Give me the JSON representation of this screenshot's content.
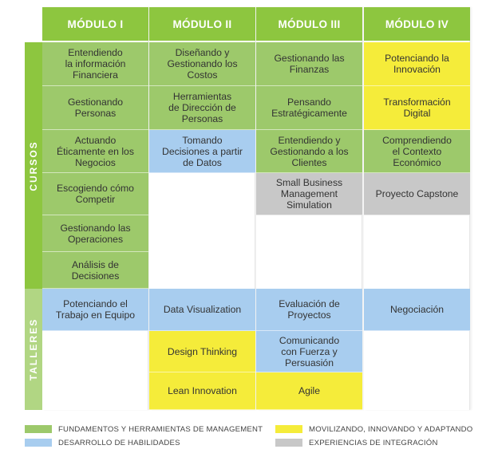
{
  "modules": [
    {
      "title": "MÓDULO I"
    },
    {
      "title": "MÓDULO II"
    },
    {
      "title": "MÓDULO III"
    },
    {
      "title": "MÓDULO IV"
    }
  ],
  "sections": {
    "cursos": "CURSOS",
    "talleres": "TALLERES"
  },
  "categories": {
    "fund": {
      "label": "FUNDAMENTOS Y HERRAMIENTAS DE MANAGEMENT",
      "color": "#9dc96b"
    },
    "hab": {
      "label": "DESARROLLO DE HABILIDADES",
      "color": "#a8cdef"
    },
    "movil": {
      "label": "MOVILIZANDO, INNOVANDO Y ADAPTANDO",
      "color": "#f5ec3a"
    },
    "integ": {
      "label": "EXPERIENCIAS DE INTEGRACIÓN",
      "color": "#c8c8c8"
    }
  },
  "cursos": [
    [
      {
        "text": "Entendiendo\nla información\nFinanciera",
        "cat": "fund"
      },
      {
        "text": "Gestionando\nPersonas",
        "cat": "fund"
      },
      {
        "text": "Actuando\nÉticamente en los\nNegocios",
        "cat": "fund"
      },
      {
        "text": "Escogiendo cómo\nCompetir",
        "cat": "fund"
      },
      {
        "text": "Gestionando las\nOperaciones",
        "cat": "fund"
      },
      {
        "text": "Análisis de\nDecisiones",
        "cat": "fund"
      }
    ],
    [
      {
        "text": "Diseñando y\nGestionando los\nCostos",
        "cat": "fund"
      },
      {
        "text": "Herramientas\nde Dirección de\nPersonas",
        "cat": "fund"
      },
      {
        "text": "Tomando\nDecisiones a partir\nde Datos",
        "cat": "hab"
      }
    ],
    [
      {
        "text": "Gestionando las\nFinanzas",
        "cat": "fund"
      },
      {
        "text": "Pensando\nEstratégicamente",
        "cat": "fund"
      },
      {
        "text": "Entendiendo y\nGestionando a los\nClientes",
        "cat": "fund"
      },
      {
        "text": "Small Business\nManagement\nSimulation",
        "cat": "integ"
      }
    ],
    [
      {
        "text": "Potenciando la\nInnovación",
        "cat": "movil"
      },
      {
        "text": "Transformación\nDigital",
        "cat": "movil"
      },
      {
        "text": "Comprendiendo\nel Contexto\nEconómico",
        "cat": "fund"
      },
      {
        "text": "Proyecto Capstone",
        "cat": "integ"
      }
    ]
  ],
  "talleres": [
    [
      {
        "text": "Potenciando el\nTrabajo en Equipo",
        "cat": "hab"
      }
    ],
    [
      {
        "text": "Data Visualization",
        "cat": "hab"
      },
      {
        "text": "Design Thinking",
        "cat": "movil"
      },
      {
        "text": "Lean Innovation",
        "cat": "movil"
      }
    ],
    [
      {
        "text": "Evaluación de\nProyectos",
        "cat": "hab"
      },
      {
        "text": "Comunicando\ncon Fuerza y\nPersuasión",
        "cat": "hab"
      },
      {
        "text": "Agile",
        "cat": "movil"
      }
    ],
    [
      {
        "text": "Negociación",
        "cat": "hab"
      }
    ]
  ]
}
